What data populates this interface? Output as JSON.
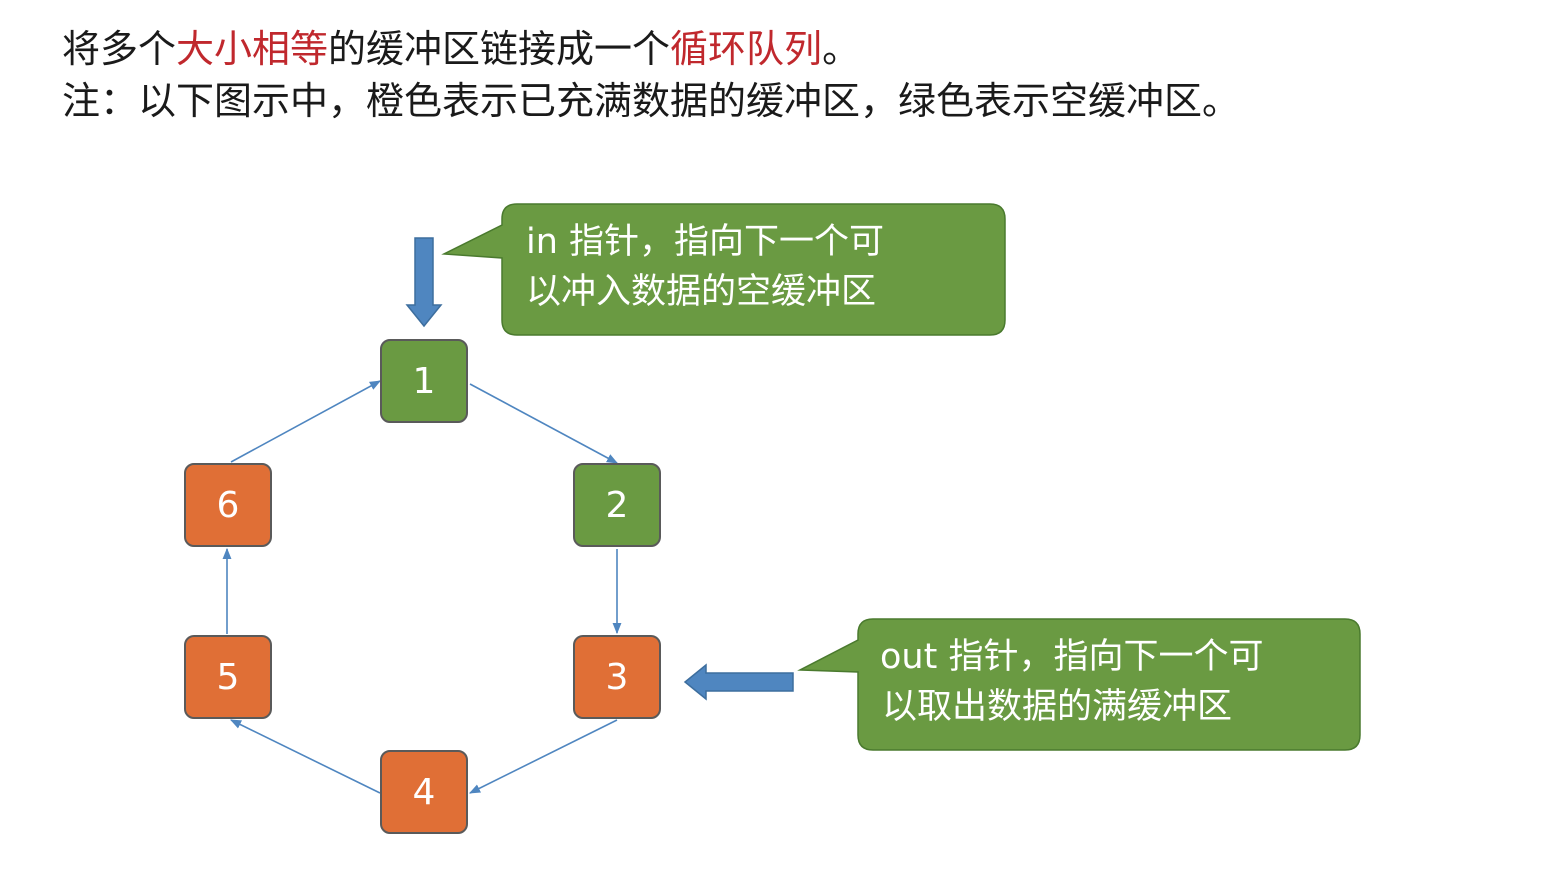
{
  "heading": {
    "line1": {
      "part1": "将多个",
      "highlight1": "大小相等",
      "part2": "的缓冲区链接成一个",
      "highlight2": "循环队列",
      "part3": "。"
    },
    "line2": "注：以下图示中，橙色表示已充满数据的缓冲区，绿色表示空缓冲区。"
  },
  "colors": {
    "full_buffer": "#e06f36",
    "empty_buffer": "#6a9a42",
    "highlight_text": "#c0282d",
    "arrow": "#4f86c0"
  },
  "buffers": [
    {
      "label": "1",
      "state": "empty"
    },
    {
      "label": "2",
      "state": "empty"
    },
    {
      "label": "3",
      "state": "full"
    },
    {
      "label": "4",
      "state": "full"
    },
    {
      "label": "5",
      "state": "full"
    },
    {
      "label": "6",
      "state": "full"
    }
  ],
  "in_pointer": {
    "line1": "in 指针，指向下一个可",
    "line2": "以冲入数据的空缓冲区",
    "points_to": "1"
  },
  "out_pointer": {
    "line1": "out 指针，指向下一个可",
    "line2": "以取出数据的满缓冲区",
    "points_to": "3"
  }
}
